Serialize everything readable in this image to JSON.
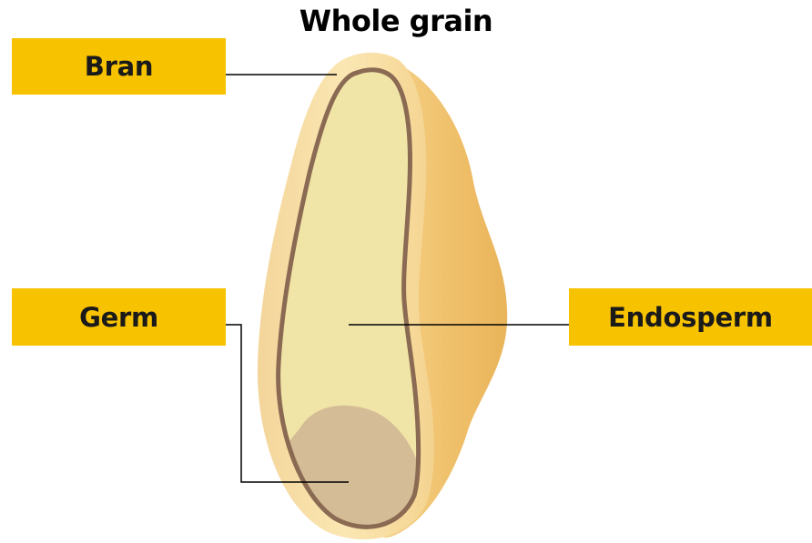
{
  "title": "Whole grain",
  "labels": {
    "bran": "Bran",
    "germ": "Germ",
    "endosperm": "Endosperm"
  },
  "colors": {
    "label_fill": "#f7c200",
    "bran_outer": "#f9e2a6",
    "bran_side": "#efc273",
    "endosperm": "#f0e4a6",
    "germ": "#d4bc96",
    "outline": "#8a6a52",
    "leader_line": "#000000"
  }
}
